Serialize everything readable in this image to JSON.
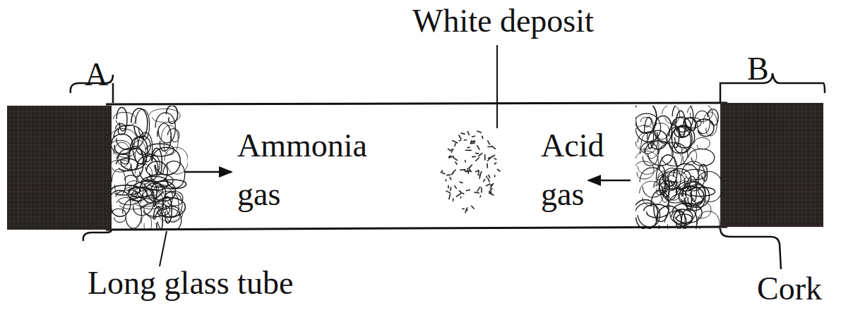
{
  "diagram": {
    "labels": [
      "A",
      "B",
      "White deposit",
      "Ammonia gas",
      "Acid gas",
      "Long glass tube",
      "Cork"
    ]
  }
}
